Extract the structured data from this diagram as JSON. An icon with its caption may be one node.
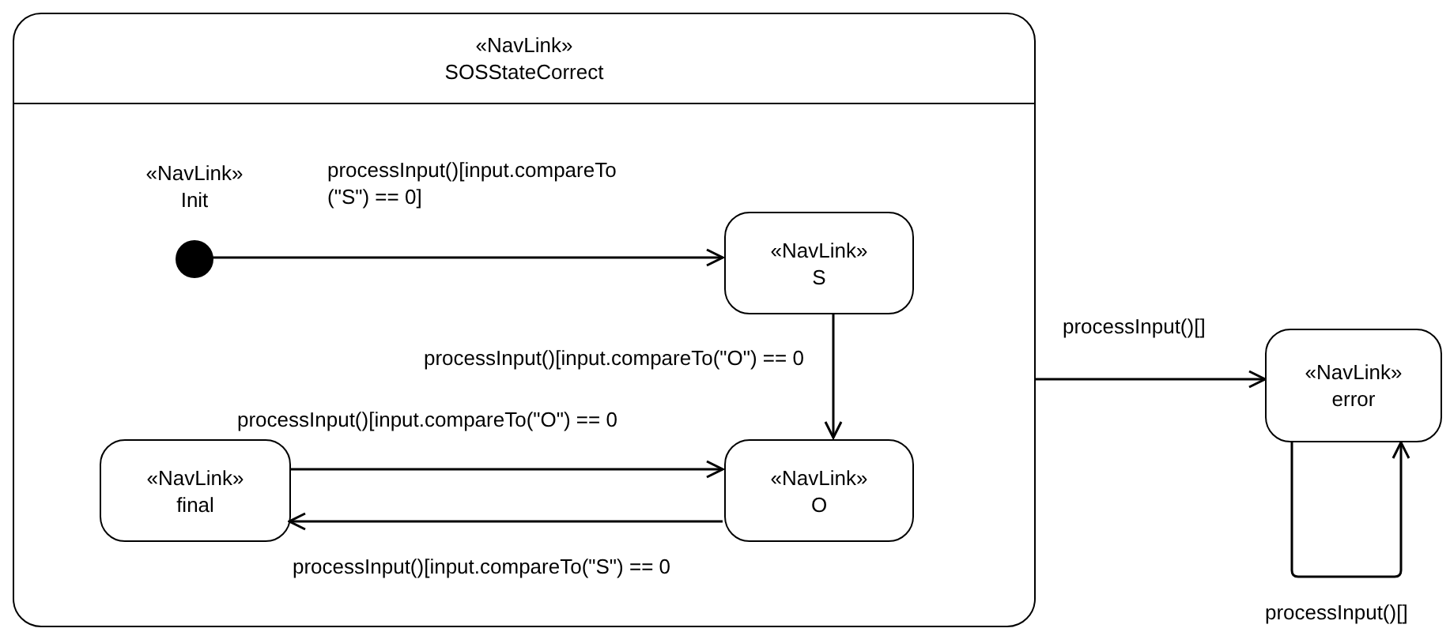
{
  "diagram": {
    "nodes": [
      {
        "text": [
          "«NavLink»",
          "SOSStateCorrect"
        ]
      },
      {
        "text": [
          "«NavLink»",
          "Init"
        ],
        "in": 0
      },
      {
        "text": [
          "«NavLink»",
          "S"
        ],
        "in": 0
      },
      {
        "text": [
          "«NavLink»",
          "final"
        ],
        "in": 0
      },
      {
        "text": [
          "«NavLink»",
          "O"
        ],
        "in": 0
      },
      {
        "text": [
          "«NavLink»",
          "error"
        ]
      }
    ],
    "edges": [
      {
        "from": 1,
        "to": 2,
        "arrow": "to",
        "label": "processInput()[input.compareTo (\"S\") == 0]"
      },
      {
        "from": 2,
        "to": 4,
        "arrow": "to",
        "label": "processInput()[input.compareTo(\"O\") == 0"
      },
      {
        "from": 3,
        "to": 4,
        "arrow": "to",
        "label": "processInput()[input.compareTo(\"O\") == 0"
      },
      {
        "from": 4,
        "to": 3,
        "arrow": "to",
        "label": "processInput()[input.compareTo(\"S\") == 0"
      },
      {
        "from": 0,
        "to": 5,
        "arrow": "to",
        "label": "processInput()[]"
      },
      {
        "from": 5,
        "to": 5,
        "arrow": "to",
        "label": "processInput()[]"
      }
    ]
  }
}
